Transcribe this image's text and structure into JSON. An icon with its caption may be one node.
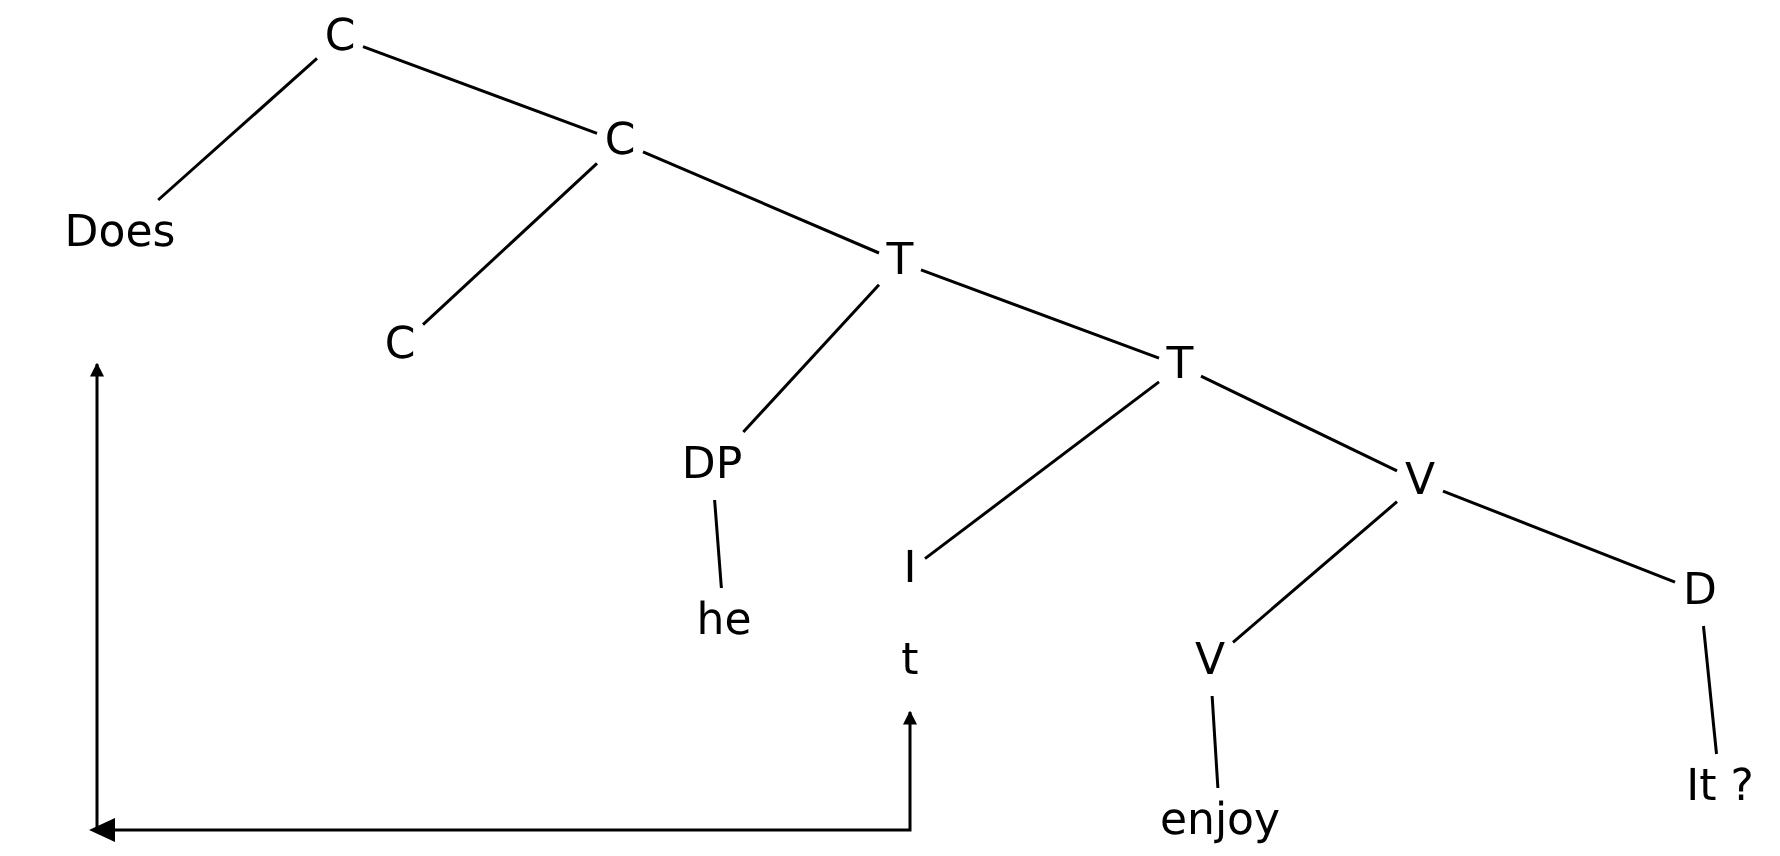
{
  "diagram": {
    "nodes": [
      {
        "text": [
          "C"
        ]
      },
      {
        "text": [
          "Does"
        ]
      },
      {
        "text": [
          "C"
        ]
      },
      {
        "text": [
          "C"
        ]
      },
      {
        "text": [
          "T"
        ]
      },
      {
        "text": [
          "DP"
        ]
      },
      {
        "text": [
          "he"
        ]
      },
      {
        "text": [
          "T"
        ]
      },
      {
        "text": [
          "I"
        ]
      },
      {
        "text": [
          "t"
        ]
      },
      {
        "text": [
          "V"
        ]
      },
      {
        "text": [
          "V"
        ]
      },
      {
        "text": [
          "enjoy"
        ]
      },
      {
        "text": [
          "D"
        ]
      },
      {
        "text": [
          "It ?"
        ]
      }
    ],
    "edges": [
      {
        "from": 0,
        "to": 1,
        "arrow": "none"
      },
      {
        "from": 0,
        "to": 2,
        "arrow": "none"
      },
      {
        "from": 2,
        "to": 3,
        "arrow": "none"
      },
      {
        "from": 2,
        "to": 4,
        "arrow": "none"
      },
      {
        "from": 4,
        "to": 5,
        "arrow": "none"
      },
      {
        "from": 5,
        "to": 6,
        "arrow": "none"
      },
      {
        "from": 4,
        "to": 7,
        "arrow": "none"
      },
      {
        "from": 7,
        "to": 8,
        "arrow": "none"
      },
      {
        "from": 7,
        "to": 10,
        "arrow": "none"
      },
      {
        "from": 10,
        "to": 11,
        "arrow": "none"
      },
      {
        "from": 11,
        "to": 12,
        "arrow": "none"
      },
      {
        "from": 10,
        "to": 13,
        "arrow": "none"
      },
      {
        "from": 13,
        "to": 14,
        "arrow": "none"
      },
      {
        "from": 9,
        "to": 1,
        "arrow": "both"
      }
    ]
  }
}
